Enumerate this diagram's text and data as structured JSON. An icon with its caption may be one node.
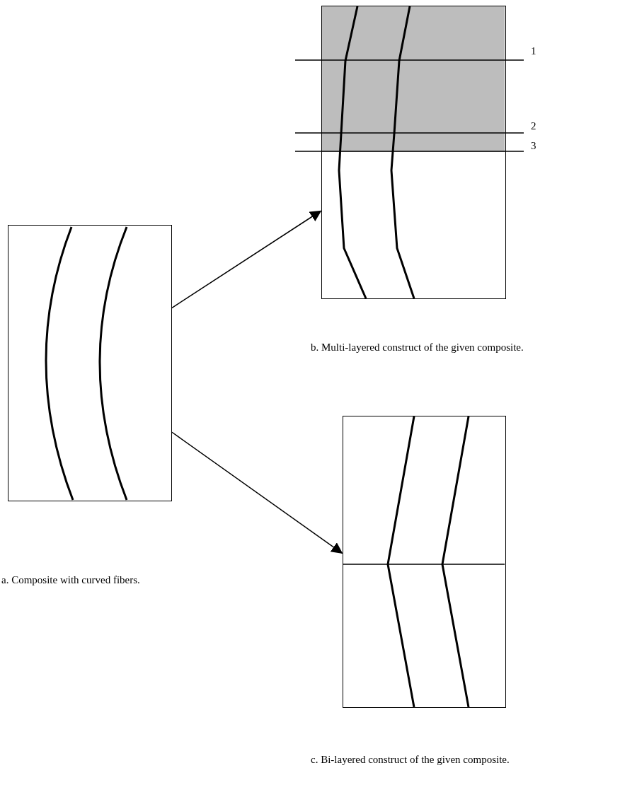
{
  "diagram": {
    "nodes": [
      {
        "text": [],
        "shape": "picture"
      },
      {
        "text": [],
        "shape": "picture"
      },
      {
        "text": [],
        "shape": "picture"
      }
    ],
    "edges": [
      {
        "from": 0,
        "to": 1,
        "arrow": "to"
      },
      {
        "from": 0,
        "to": 2,
        "arrow": "to"
      }
    ],
    "labels": [
      "1",
      "2",
      "3",
      "b. Multi-layered construct of the given composite.",
      "a. Composite with curved fibers.",
      "c. Bi-layered construct of the given composite."
    ]
  }
}
